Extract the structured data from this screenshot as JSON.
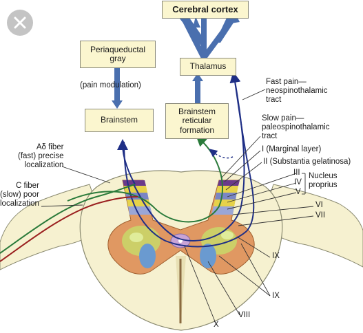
{
  "boxes": {
    "cortex": "Cerebral cortex",
    "pag": "Periaqueductal\ngray",
    "thalamus": "Thalamus",
    "brainstem": "Brainstem",
    "reticular": "Brainstem\nreticular\nformation"
  },
  "labels": {
    "pain_modulation": "(pain modulation)",
    "fast_pain": "Fast pain—\nneospinothalamic\ntract",
    "slow_pain": "Slow pain—\npaleospinothalamic\ntract",
    "a_delta": "Aδ fiber\n(fast) precise\nlocalization",
    "c_fiber": "C fiber\n(slow) poor\nlocalization",
    "layer_i": "I (Marginal layer)",
    "layer_ii": "II (Substantia gelatinosa)",
    "layer_iii": "III",
    "layer_iv": "IV",
    "layer_v": "V",
    "nucleus_proprius": "Nucleus\nproprius",
    "layer_vi": "VI",
    "layer_vii": "VII",
    "layer_ix_a": "IX",
    "layer_ix_b": "IX",
    "layer_viii": "VIII",
    "layer_x": "X"
  },
  "icons": {
    "close": "close-icon"
  },
  "colors": {
    "box_fill": "#fbf6cf",
    "arrow_blue": "#4a6fae",
    "fast_tract": "#2a3a94",
    "slow_tract": "#2a7a3a",
    "c_fiber": "#9a1f1f",
    "cord_white": "#f6f1d0",
    "gray_matter": "#e09862"
  }
}
